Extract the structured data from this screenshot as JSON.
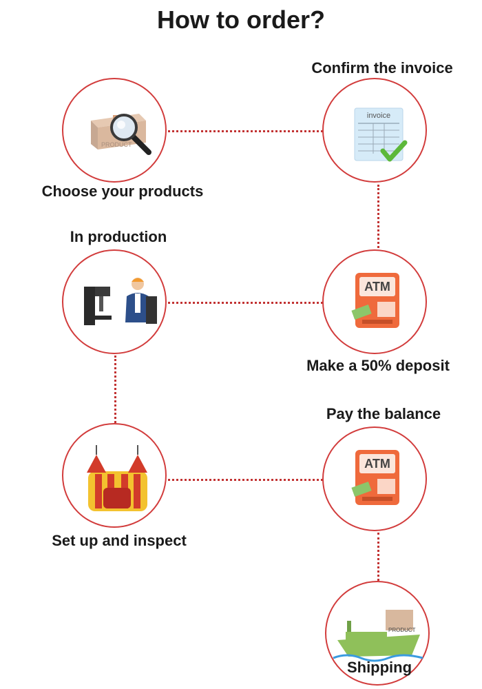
{
  "page": {
    "title": "How to order?"
  },
  "steps": [
    {
      "label": "Choose your products",
      "icon": "product-search-icon",
      "box_text": "PRODUCT"
    },
    {
      "label": "Confirm the invoice",
      "icon": "invoice-check-icon",
      "doc_text": "invoice"
    },
    {
      "label": "Make a 50% deposit",
      "icon": "atm-icon",
      "screen_text": "ATM"
    },
    {
      "label": "In production",
      "icon": "factory-worker-icon"
    },
    {
      "label": "Set up and inspect",
      "icon": "bounce-castle-icon"
    },
    {
      "label": "Pay the balance",
      "icon": "atm-icon",
      "screen_text": "ATM"
    },
    {
      "label": "Shipping",
      "icon": "cargo-ship-icon",
      "box_text": "PRODUCT"
    }
  ],
  "colors": {
    "circle_border": "#d23c3c",
    "connector": "#c23232",
    "atm": "#ef6a3c"
  }
}
